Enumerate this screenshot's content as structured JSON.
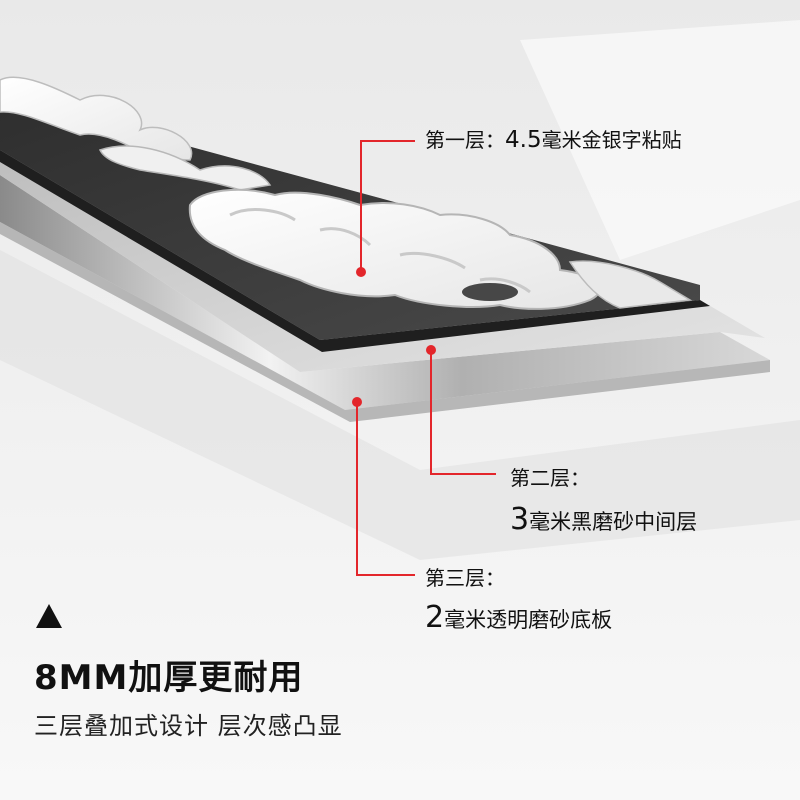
{
  "layers": [
    {
      "title": "第一层：",
      "number": "4.5",
      "desc": "毫米金银字粘贴"
    },
    {
      "title": "第二层：",
      "number": "3",
      "desc": "毫米黑磨砂中间层"
    },
    {
      "title": "第三层：",
      "number": "2",
      "desc": "毫米透明磨砂底板"
    }
  ],
  "headline": "8MM加厚更耐用",
  "subline": "三层叠加式设计 层次感凸显",
  "colors": {
    "callout": "#e3262b",
    "black_layer": "#3c3c3c",
    "acrylic": "#cfcfcf",
    "text": "#111111"
  },
  "icons": {
    "pointer": "triangle-up-icon"
  }
}
